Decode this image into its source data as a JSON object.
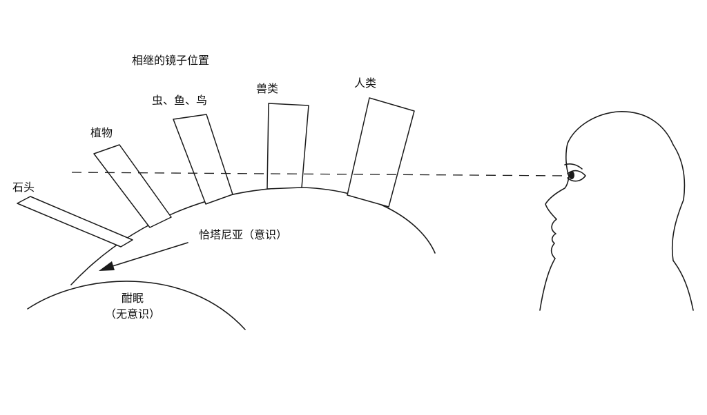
{
  "title": "相继的镜子位置",
  "mirrors": [
    {
      "label": "石头"
    },
    {
      "label": "植物"
    },
    {
      "label": "虫、鱼、鸟"
    },
    {
      "label": "兽类"
    },
    {
      "label": "人类"
    }
  ],
  "consciousness_label": "恰塔尼亚（意识）",
  "sleep_label": "酣眠",
  "sleep_sublabel": "（无意识）",
  "colors": {
    "ink": "#1a1a1a",
    "background": "#ffffff"
  }
}
